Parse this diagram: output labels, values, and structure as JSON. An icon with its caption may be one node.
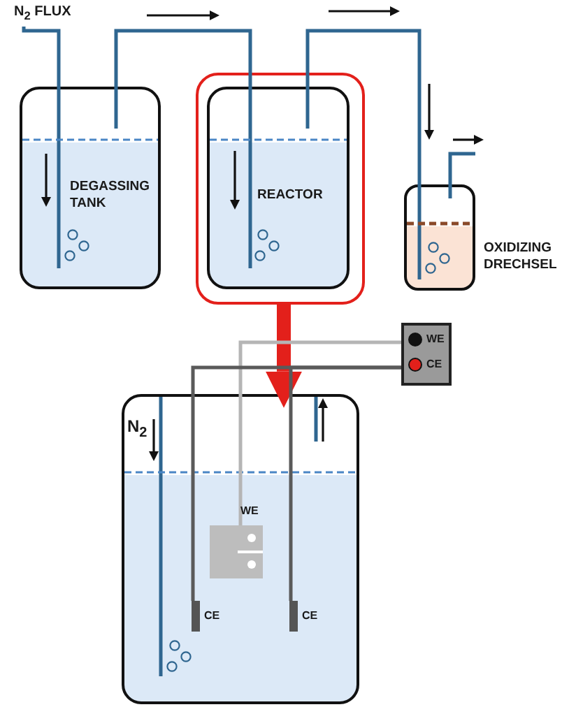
{
  "diagram": {
    "nodes": [
      {
        "text": [
          "N$_{2}$ FLUX"
        ]
      },
      {
        "text": [
          "DEGASSING TANK"
        ]
      },
      {
        "text": [],
        "shape": "box"
      },
      {
        "text": [
          "REACTOR"
        ],
        "in": 2
      },
      {
        "text": [
          "OXIDIZING DRECHSEL"
        ]
      },
      {
        "text": [
          "WE",
          "CE"
        ]
      },
      {
        "text": [
          "N$_{2}$"
        ]
      },
      {
        "text": [
          "WE"
        ],
        "in": 6
      },
      {
        "text": [
          "CE"
        ],
        "in": 6
      },
      {
        "text": [
          "CE"
        ],
        "in": 6
      }
    ],
    "edges": [
      {
        "from": 0,
        "to": 1,
        "arrow": "none"
      },
      {
        "from": 1,
        "to": 3,
        "arrow": "none"
      },
      {
        "from": 3,
        "to": 4,
        "arrow": "none"
      },
      {
        "from": 4,
        "to": null,
        "arrow": "none"
      },
      {
        "from": 2,
        "to": 6,
        "arrow": "to",
        "style": "thick",
        "color": "#e3201b"
      },
      {
        "from": 5,
        "to": 7,
        "arrow": "none",
        "color": "#b5b5b5"
      },
      {
        "from": 5,
        "to": 8,
        "arrow": "none",
        "color": "#5a5a5a"
      },
      {
        "from": 5,
        "to": 9,
        "arrow": "none",
        "color": "#5a5a5a"
      }
    ]
  }
}
